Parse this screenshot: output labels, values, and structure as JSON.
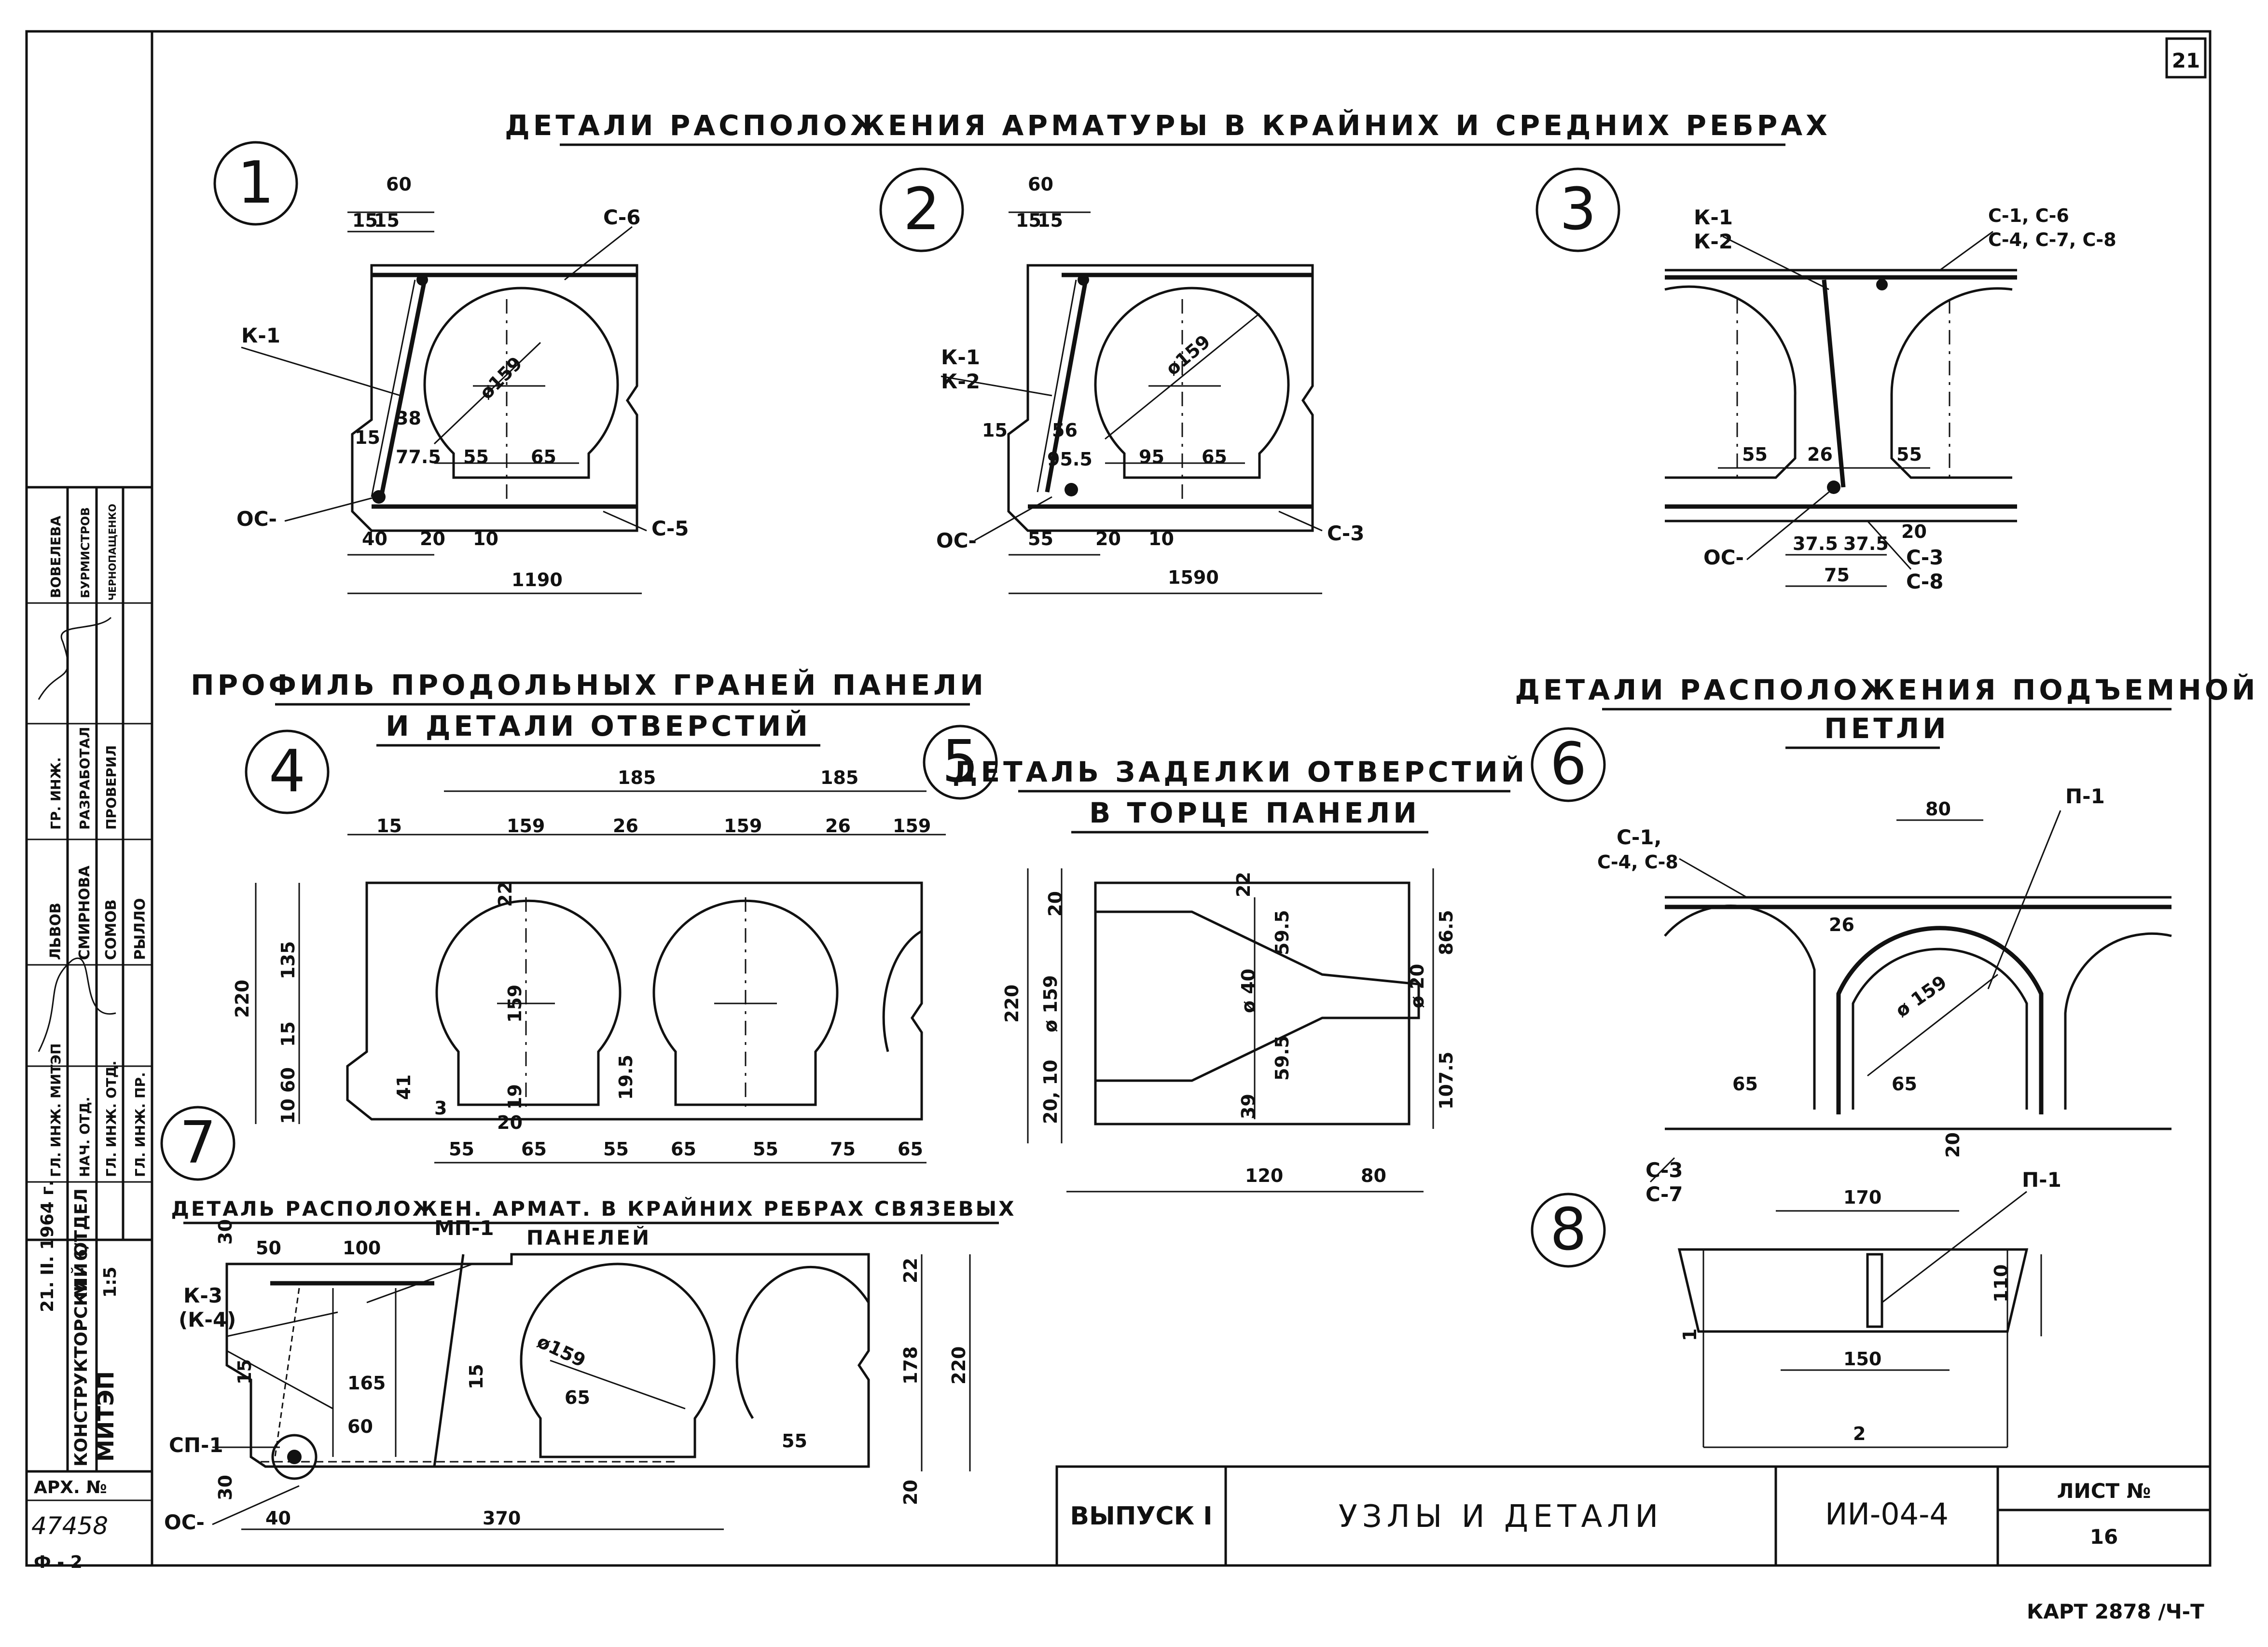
{
  "sheet": {
    "corner_number": "21",
    "main_title": "ДЕТАЛИ РАСПОЛОЖЕНИЯ АРМАТУРЫ В КРАЙНИХ И СРЕДНИХ РЕБРАХ",
    "stamp_bottom": "КАРТ 2878 /Ч-Т"
  },
  "details": [
    {
      "num": "1",
      "labels": [
        "60",
        "15",
        "15",
        "С-6",
        "К-1",
        "ø159",
        "38",
        "15",
        "77.5",
        "55",
        "65",
        "ОС-",
        "40",
        "20",
        "10",
        "С-5",
        "1190"
      ]
    },
    {
      "num": "2",
      "labels": [
        "60",
        "15",
        "15",
        "К-1",
        "К-2",
        "ø159",
        "15",
        "56",
        "95.5",
        "95",
        "65",
        "ОС-",
        "55",
        "20",
        "10",
        "С-3",
        "1590"
      ]
    },
    {
      "num": "3",
      "labels": [
        "К-1",
        "К-2",
        "С-1, С-6",
        "С-4, С-7, С-8",
        "55",
        "26",
        "55",
        "ОС-",
        "37.5",
        "37.5",
        "75",
        "20",
        "С-3",
        "С-8"
      ]
    }
  ],
  "sections": {
    "profile_title_1": "ПРОФИЛЬ ПРОДОЛЬНЫХ ГРАНЕЙ ПАНЕЛИ",
    "profile_title_2": "И ДЕТАЛИ ОТВЕРСТИЙ",
    "profile_num": "4",
    "seal_title_1": "ДЕТАЛЬ ЗАДЕЛКИ ОТВЕРСТИЙ",
    "seal_title_2": "В ТОРЦЕ ПАНЕЛИ",
    "seal_num": "5",
    "loop_title_1": "ДЕТАЛИ РАСПОЛОЖЕНИЯ ПОДЪЕМНОЙ",
    "loop_title_2": "ПЕТЛИ",
    "loop_num": "6",
    "edge_title_1": "ДЕТАЛЬ РАСПОЛОЖЕН. АРМАТ. В КРАЙНИХ РЕБРАХ СВЯЗЕВЫХ",
    "edge_title_2": "ПАНЕЛЕЙ",
    "edge_num": "7",
    "hook_num": "8"
  },
  "profile": {
    "top_dims": [
      "185",
      "185"
    ],
    "dims": [
      "15",
      "159",
      "26",
      "159",
      "26",
      "159"
    ],
    "heights": [
      "220",
      "135",
      "15",
      "60",
      "10"
    ],
    "inner": [
      "22",
      "159",
      "19",
      "20",
      "41",
      "3",
      "19.5"
    ],
    "bottom": [
      "55",
      "65",
      "55",
      "65",
      "55",
      "75",
      "65"
    ]
  },
  "seal": {
    "left": [
      "20",
      "220",
      "ø 159",
      "20, 10"
    ],
    "inner": [
      "22",
      "59.5",
      "ø 40",
      "59.5",
      "39"
    ],
    "right": [
      "86.5",
      "ø 20",
      "107.5"
    ],
    "bottom": [
      "120",
      "80"
    ]
  },
  "loop": {
    "labels": [
      "С-1,",
      "С-4, С-8",
      "П-1",
      "80",
      "26",
      "ø 159",
      "65",
      "65",
      "20",
      "С-3",
      "С-7"
    ]
  },
  "edge": {
    "labels": [
      "50",
      "100",
      "МП-1",
      "К-3",
      "(К-4)",
      "15",
      "165",
      "60",
      "15",
      "ø159",
      "65",
      "55",
      "СП-1",
      "30",
      "ОС-",
      "40",
      "370",
      "22",
      "178",
      "220",
      "20",
      "30"
    ]
  },
  "hook": {
    "labels": [
      "170",
      "П-1",
      "110",
      "150",
      "1",
      "2"
    ]
  },
  "title_block": {
    "issue": "ВЫПУСК I",
    "name": "УЗЛЫ И ДЕТАЛИ",
    "code": "ИИ-04-4",
    "sheet_label": "ЛИСТ №",
    "sheet_no": "16"
  },
  "side_block": {
    "org": "МИТЭП",
    "dept": "КОНСТРУКТОРСКИЙ ОТДЕЛ",
    "date": "21. II. 1964 г.",
    "code": "М - 6/",
    "scale": "1:5",
    "arch_label": "АРХ. №",
    "arch_no": "47458",
    "arch_sub": "Ф - 2",
    "roles": [
      "ГЛ. ИНЖ. МИТЭП",
      "НАЧ. ОТД.",
      "ГЛ. ИНЖ. ОТД.",
      "ГЛ. ИНЖ. ПР.",
      "ГР. ИНЖ.",
      "РАЗРАБОТАЛ",
      "ПРОВЕРИЛ"
    ],
    "names": [
      "ЛЬВОВ",
      "СМИРНОВА",
      "СОМОВ",
      "РЫЛЛО",
      "ВОВЕЛЕВА",
      "БУРМИСТРОВ",
      "ЧЕРНОПАЩЕНКО"
    ]
  }
}
